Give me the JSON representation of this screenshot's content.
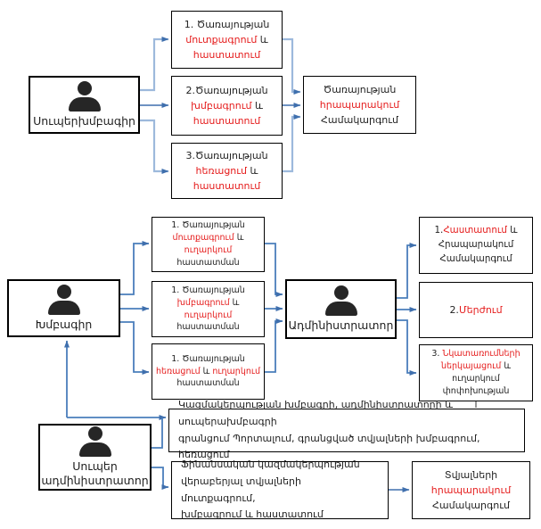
{
  "diagram": {
    "roles": {
      "super_editor": "Սուպերխմբագիր",
      "editor": "Խմբագիր",
      "administrator": "Ադմինիստրատոր",
      "super_administrator": [
        "Սուպեր",
        "ադմինիստրատոր"
      ]
    },
    "top": {
      "box1": [
        [
          {
            "t": "1. Ծառայության",
            "c": "k"
          }
        ],
        [
          {
            "t": "մուտքագրում",
            "c": "r"
          },
          {
            "t": " և",
            "c": "k"
          }
        ],
        [
          {
            "t": "հաստատում",
            "c": "r"
          }
        ]
      ],
      "box2": [
        [
          {
            "t": "2.Ծառայության",
            "c": "k"
          }
        ],
        [
          {
            "t": "խմբագրում",
            "c": "r"
          },
          {
            "t": " և",
            "c": "k"
          }
        ],
        [
          {
            "t": "հաստատում",
            "c": "r"
          }
        ]
      ],
      "box3": [
        [
          {
            "t": "3.Ծառայության",
            "c": "k"
          }
        ],
        [
          {
            "t": "հեռացում",
            "c": "r"
          },
          {
            "t": " և",
            "c": "k"
          }
        ],
        [
          {
            "t": "հաստատում",
            "c": "r"
          }
        ]
      ],
      "result": [
        [
          {
            "t": "Ծառայության",
            "c": "k"
          }
        ],
        [
          {
            "t": "հրապարակում",
            "c": "r"
          }
        ],
        [
          {
            "t": "Համակարգում",
            "c": "k"
          }
        ]
      ]
    },
    "middle": {
      "box1": [
        [
          {
            "t": "1. Ծառայության",
            "c": "k"
          }
        ],
        [
          {
            "t": "մուտքագրում",
            "c": "r"
          },
          {
            "t": " և",
            "c": "k"
          }
        ],
        [
          {
            "t": "ուղարկում",
            "c": "r"
          }
        ],
        [
          {
            "t": "հաստատման",
            "c": "k"
          }
        ]
      ],
      "box2": [
        [
          {
            "t": "1. Ծառայության",
            "c": "k"
          }
        ],
        [
          {
            "t": "խմբագրում",
            "c": "r"
          },
          {
            "t": " և ",
            "c": "k"
          },
          {
            "t": "ուղարկում",
            "c": "r"
          }
        ],
        [
          {
            "t": "հաստատման",
            "c": "k"
          }
        ]
      ],
      "box3": [
        [
          {
            "t": "1. Ծառայության",
            "c": "k"
          }
        ],
        [
          {
            "t": "հեռացում",
            "c": "r"
          },
          {
            "t": " և ",
            "c": "k"
          },
          {
            "t": "ուղարկում",
            "c": "r"
          }
        ],
        [
          {
            "t": "հաստատման",
            "c": "k"
          }
        ]
      ],
      "right1": [
        [
          {
            "t": "1.",
            "c": "k"
          },
          {
            "t": "Հաստատում",
            "c": "r"
          },
          {
            "t": " և",
            "c": "k"
          }
        ],
        [
          {
            "t": "Հրապարակում",
            "c": "k"
          }
        ],
        [
          {
            "t": "Համակարգում",
            "c": "k"
          }
        ]
      ],
      "right2": [
        [
          {
            "t": "2.",
            "c": "k"
          },
          {
            "t": "Մերժում",
            "c": "r"
          }
        ]
      ],
      "right3": [
        [
          {
            "t": "3. ",
            "c": "k"
          },
          {
            "t": "Նկատառումների",
            "c": "r"
          }
        ],
        [
          {
            "t": "ներկայացում",
            "c": "r"
          },
          {
            "t": " և",
            "c": "k"
          }
        ],
        [
          {
            "t": "ուղարկում",
            "c": "k"
          }
        ],
        [
          {
            "t": "փոփոխության",
            "c": "k"
          }
        ]
      ]
    },
    "bottom": {
      "wide1": [
        "Կազմակերպության խմբագրի, ադմինիստրատորի և սուպերախմբագրի",
        "գրանցում Պորտալում, գրանցված տվյալների խմբագրում, հեռացում"
      ],
      "wide2": [
        "Ֆինանսական կազմակերպության",
        "վերաբերյալ տվյալների մուտքագրում,",
        "խմբագրում և հաստատում"
      ],
      "final": [
        [
          {
            "t": "Տվյալների",
            "c": "k"
          }
        ],
        [
          {
            "t": "հրապարակում",
            "c": "r"
          }
        ],
        [
          {
            "t": "Համակարգում",
            "c": "k"
          }
        ]
      ]
    }
  },
  "colors": {
    "accent_red": "#e51c1c",
    "text_black": "#1f1f1f",
    "connector_light": "#9db9dc",
    "connector_medium": "#4a7ebb",
    "connector_dark": "#3f6fad"
  }
}
